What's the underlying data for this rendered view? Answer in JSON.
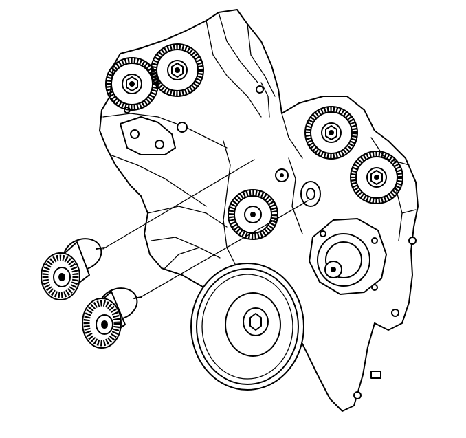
{
  "diagram": {
    "parts": [
      "engine-block",
      "left-camshaft-sprocket-front",
      "left-camshaft-sprocket-rear",
      "right-camshaft-sprocket-front",
      "right-camshaft-sprocket-rear",
      "crankshaft-sprocket",
      "water-pump",
      "crankshaft-pulley",
      "timing-belt-tensioner",
      "upper-idler-pulley",
      "lower-idler-pulley"
    ],
    "colors": {
      "line": "#000000",
      "background": "#ffffff"
    }
  }
}
